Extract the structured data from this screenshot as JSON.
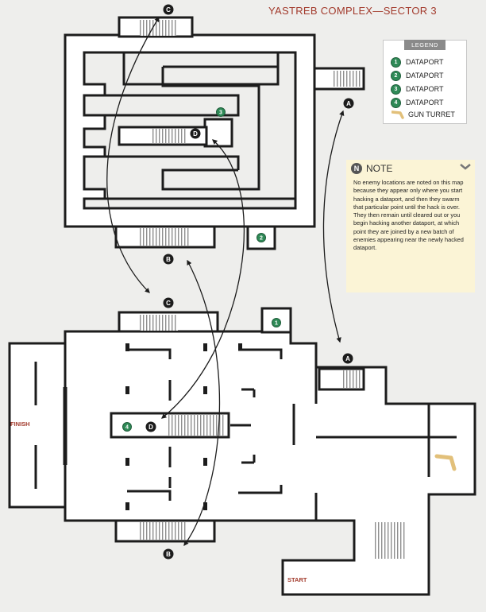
{
  "title": "YASTREB COMPLEX—SECTOR 3",
  "legend": {
    "heading": "LEGEND",
    "items": [
      {
        "badge": "1",
        "label": "DATAPORT"
      },
      {
        "badge": "2",
        "label": "DATAPORT"
      },
      {
        "badge": "3",
        "label": "DATAPORT"
      },
      {
        "badge": "4",
        "label": "DATAPORT"
      },
      {
        "badge": "",
        "label": "GUN TURRET"
      }
    ]
  },
  "note": {
    "icon_letter": "N",
    "heading": "NOTE",
    "body": "No enemy locations are noted on this map because they appear only where you start hacking a dataport, and then they swarm that particular point until the hack is over. They then remain until cleared out or you begin hacking another dataport, at which point they are joined by a new batch of enemies appearing near the newly hacked dataport."
  },
  "markers": {
    "c_top": "C",
    "a_top": "A",
    "d_top": "D",
    "b_top": "B",
    "c_bottom": "C",
    "a_bottom": "A",
    "d_bottom": "D",
    "b_bottom": "B",
    "dp1": "1",
    "dp2": "2",
    "dp3": "3",
    "dp4": "4"
  },
  "labels": {
    "finish": "FINISH",
    "start": "START"
  },
  "colors": {
    "wall": "#1c1c1c",
    "floor": "#ffffff",
    "dataport": "#2f8a57",
    "label_red": "#a23a2c",
    "note_bg": "#fbf4d6",
    "turret": "#e2c07a"
  }
}
